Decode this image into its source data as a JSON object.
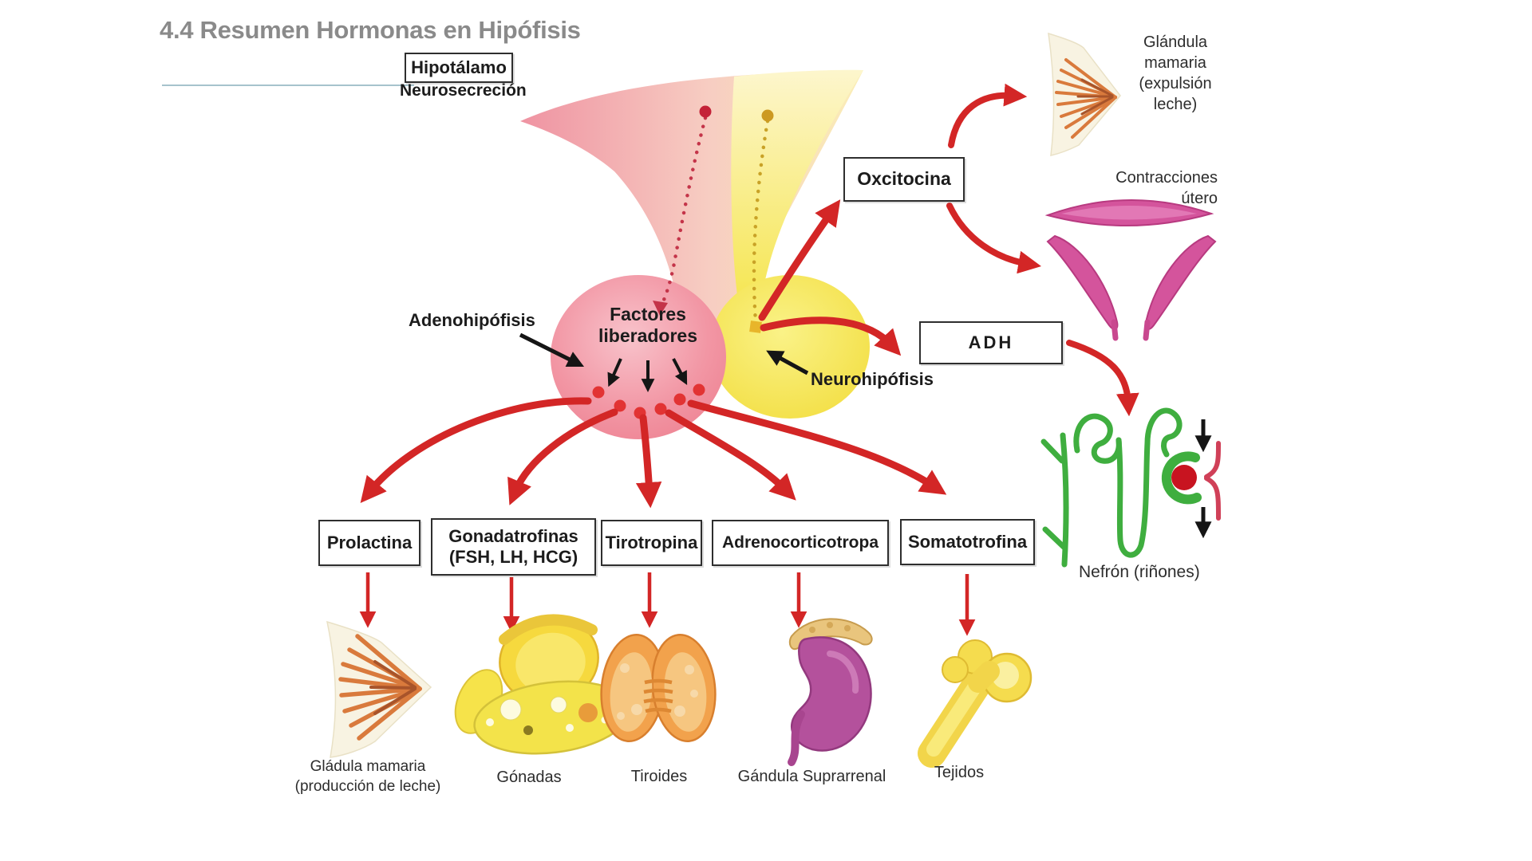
{
  "page": {
    "title": "4.4 Resumen Hormonas en Hipófisis"
  },
  "hypothalamus": {
    "box_label": "Hipotálamo",
    "secretion_label": "Neurosecreción"
  },
  "pituitary": {
    "anterior_label": "Adenohipófisis",
    "releasing_factors_label": "Factores\nliberadores",
    "posterior_label": "Neurohipófisis"
  },
  "posterior_pathway": {
    "oxytocin": {
      "label": "Oxcitocina",
      "target_mammary": "Glándula\nmamaria\n(expulsión\nleche)",
      "target_uterus": "Contracciones\nútero"
    },
    "adh": {
      "label": "ADH",
      "target": "Nefrón (riñones)"
    }
  },
  "anterior_hormones": [
    {
      "label": "Prolactina",
      "target": "Gládula mamaria\n(producción de leche)"
    },
    {
      "label": "Gonadatrofinas\n(FSH, LH, HCG)",
      "target": "Gónadas"
    },
    {
      "label": "Tirotropina",
      "target": "Tiroides"
    },
    {
      "label": "Adrenocorticotropa",
      "target": "Gándula Suprarrenal"
    },
    {
      "label": "Somatotrofina",
      "target": "Tejidos"
    }
  ],
  "illustrations": [
    "pituitary-gland",
    "mammary-gland-expulsion",
    "uterus",
    "nephron",
    "mammary-gland-production",
    "gonads",
    "thyroid",
    "adrenal-gland-kidney",
    "bone-tissue"
  ],
  "colors": {
    "title_gray": "#8a8a8a",
    "underline_blue": "#a6c3cd",
    "arrow_red": "#d32626",
    "gland_pink": "#f2919f",
    "gland_yellow": "#f5e64c",
    "nephron_green": "#3fae3f",
    "uterus_pink": "#d4549c",
    "organ_orange": "#d97a3c",
    "organ_purple": "#b4519c",
    "text_black": "#1c1c1c"
  }
}
